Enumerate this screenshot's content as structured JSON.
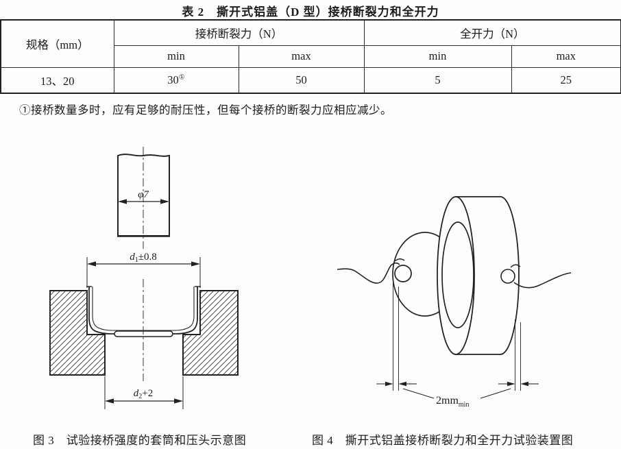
{
  "doc": {
    "title": "表 2　撕开式铝盖（D 型）接桥断裂力和全开力"
  },
  "table": {
    "col1_header": "规格（mm）",
    "group1_header": "接桥断裂力（N）",
    "group2_header": "全开力（N）",
    "sub_headers": [
      "min",
      "max",
      "min",
      "max"
    ],
    "row": {
      "spec": "13、20",
      "bridge_min": "30",
      "bridge_min_note": "①",
      "bridge_max": "50",
      "open_min": "5",
      "open_max": "25"
    },
    "footnote": "①接桥数量多时，应有足够的耐压性，但每个接桥的断裂力应相应减少。"
  },
  "fig3": {
    "phi_label": "φ7",
    "d1_prefix": "d",
    "d1_sub": "1",
    "d1_suffix": "±0.8",
    "d2_prefix": "d",
    "d2_sub": "2",
    "d2_suffix": "+2",
    "caption": "图 3　试验接桥强度的套筒和压头示意图"
  },
  "fig4": {
    "dim_label": "2mm",
    "dim_sub": "min",
    "caption": "图 4　撕开式铝盖接桥断裂力和全开力试验装置图"
  }
}
